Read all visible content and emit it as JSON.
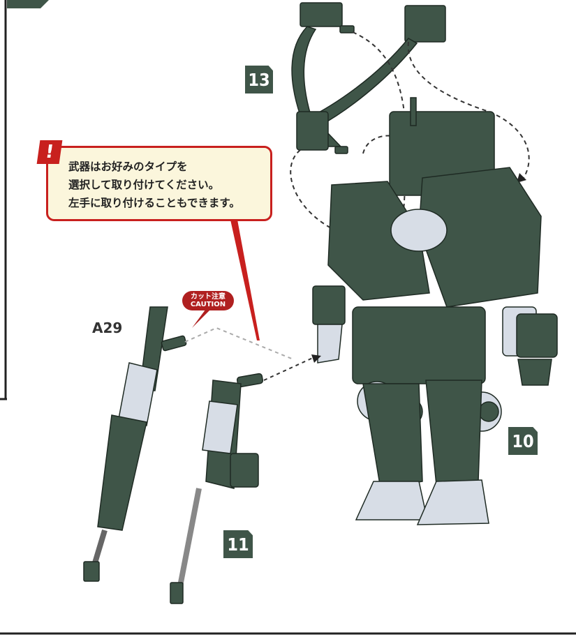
{
  "steps": {
    "step13": "13",
    "step10": "10",
    "step11": "11"
  },
  "callout": {
    "icon": "warning-icon",
    "lines": [
      "武器はお好みのタイプを",
      "選択して取り付けてください。",
      "左手に取り付けることもできます。"
    ]
  },
  "caution": {
    "line1": "カット注意",
    "line2": "CAUTION"
  },
  "parts": {
    "a29": "A29"
  },
  "colors": {
    "armor": "#3f5548",
    "armor_light": "#d7dde6",
    "caution_red": "#b02020",
    "callout_border": "#c8201e",
    "callout_fill": "#fbf6dc"
  }
}
